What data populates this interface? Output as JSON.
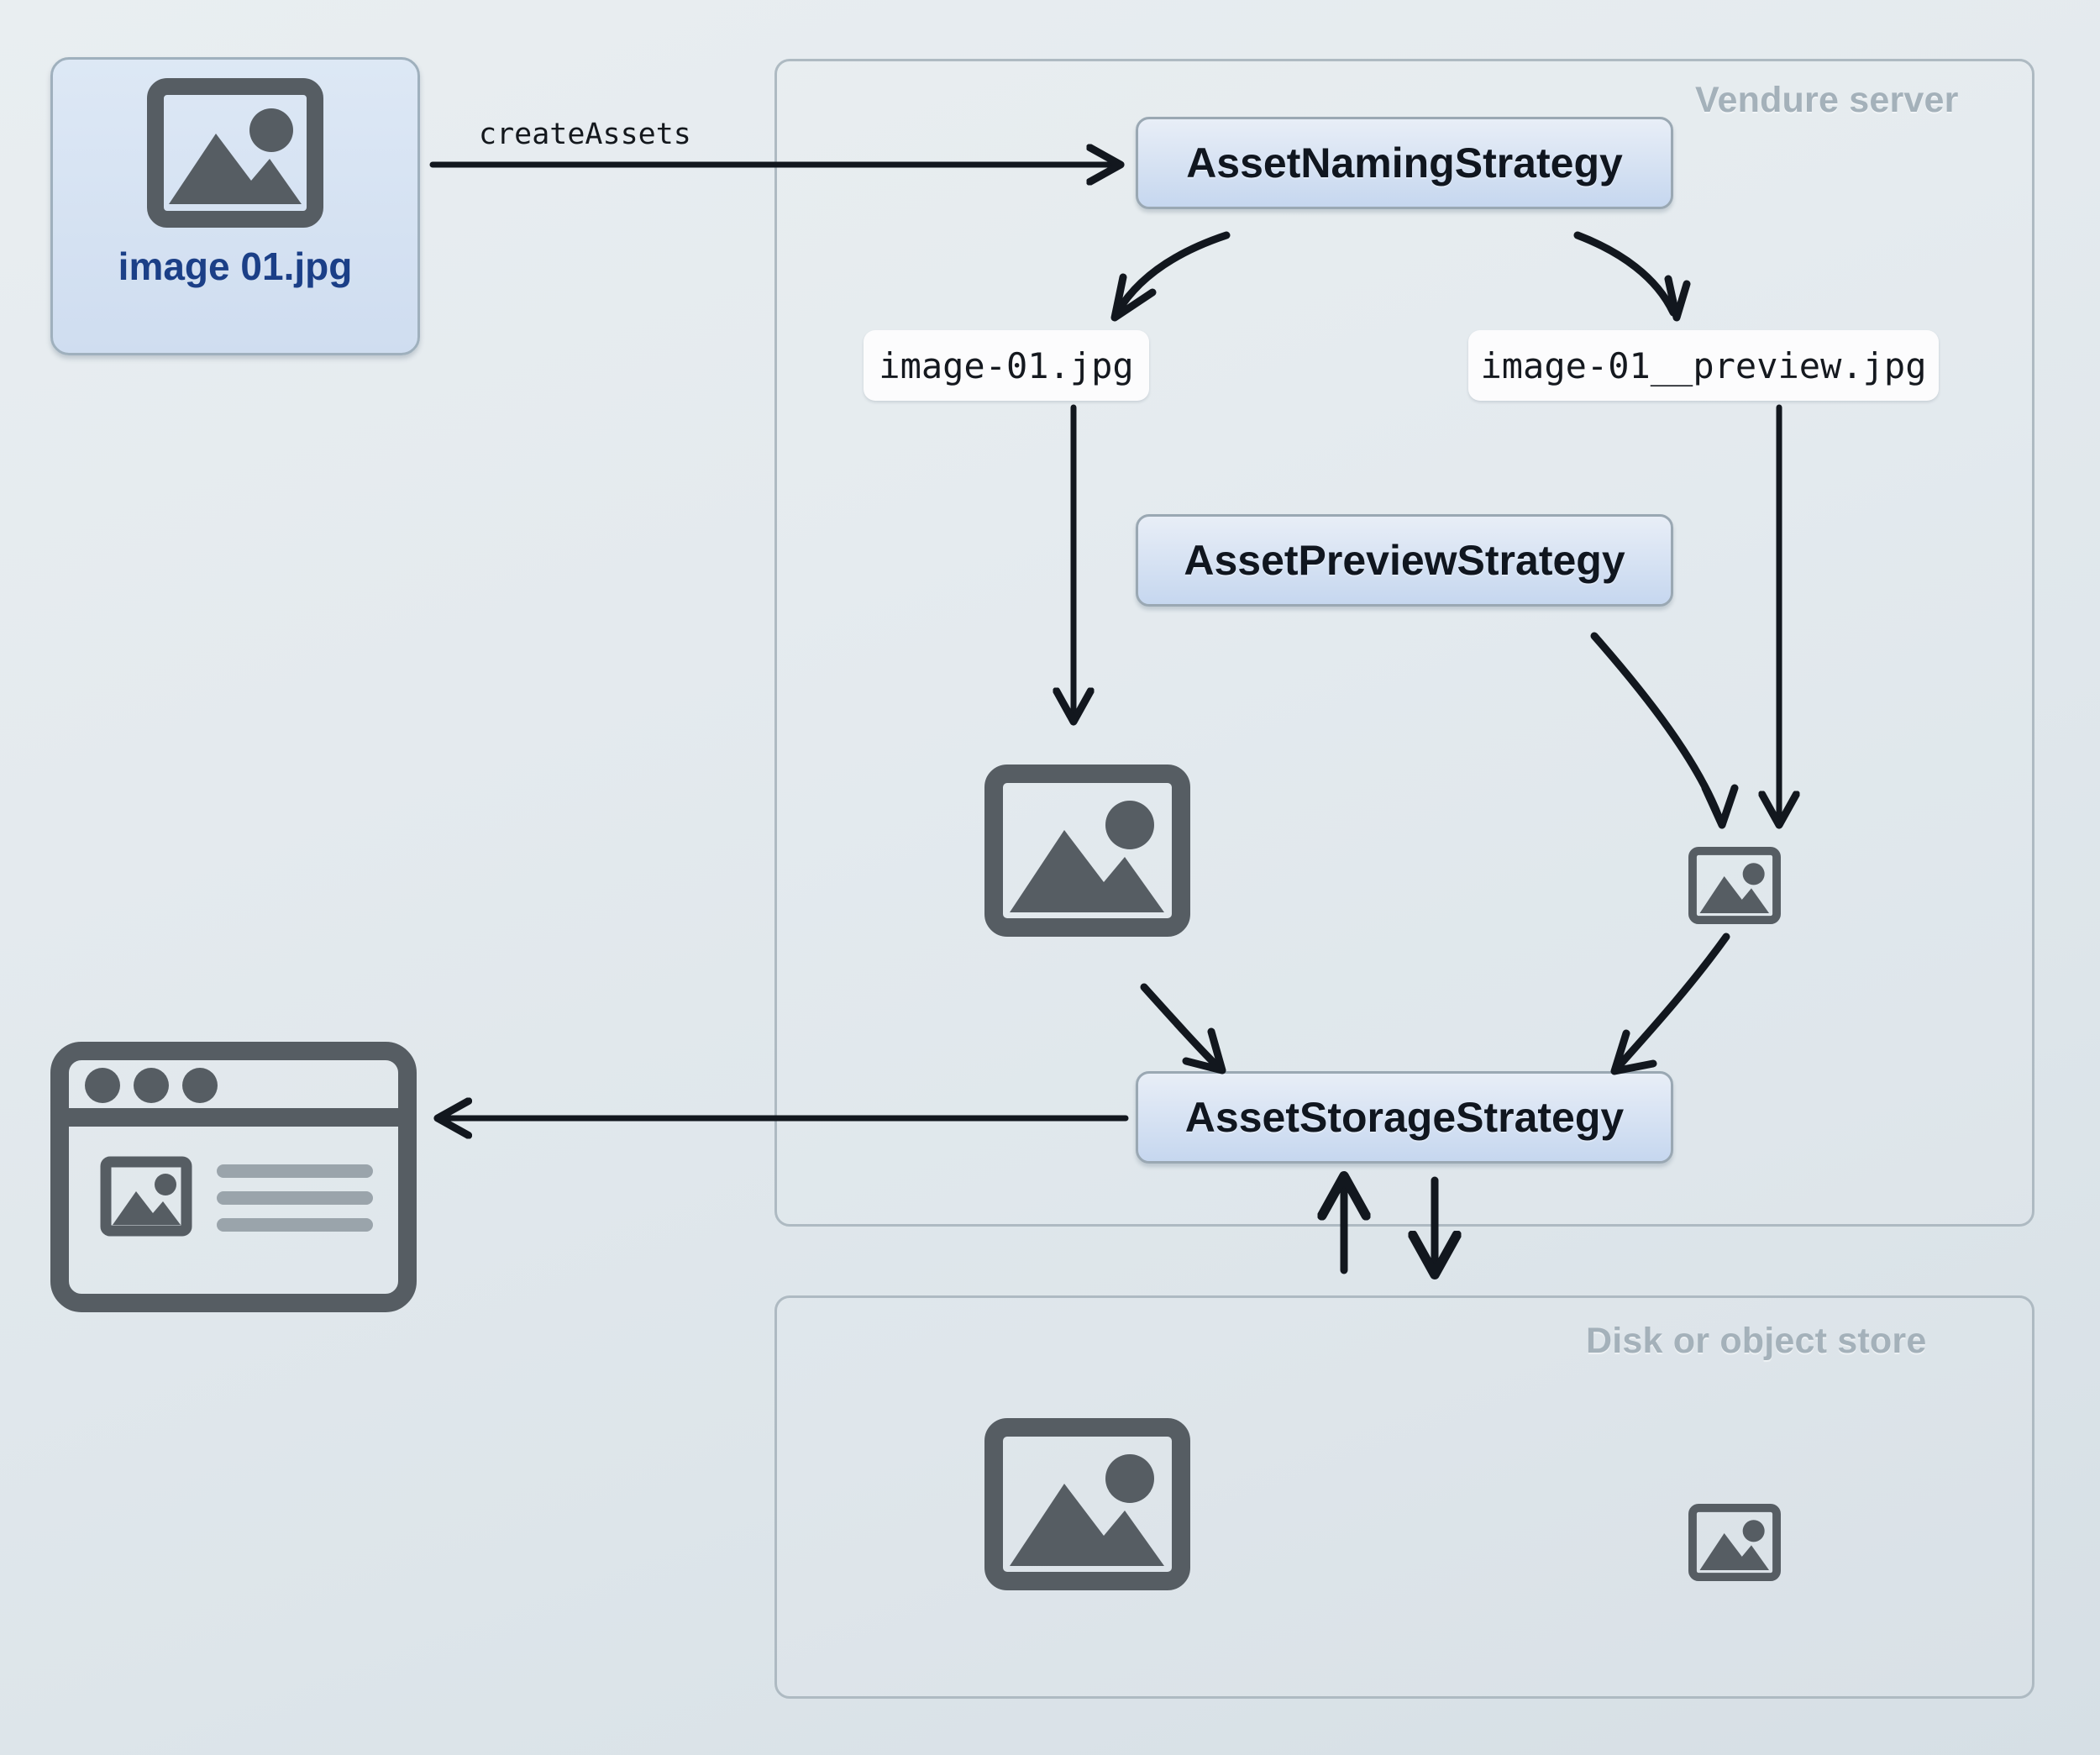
{
  "diagram": {
    "title_hidden": "Vendure asset pipeline",
    "background_color": "#e3eaee"
  },
  "groups": [
    {
      "id": "vendure-server",
      "label": "Vendure server"
    },
    {
      "id": "disk-store",
      "label": "Disk or object store"
    }
  ],
  "source_asset": {
    "icon": "image-icon",
    "filename": "image 01.jpg",
    "label_color": "#1b3f87"
  },
  "edges": [
    {
      "id": "create-assets",
      "label": "createAssets",
      "from": "source-asset",
      "to": "asset-naming-strategy",
      "style": "straight-arrow-right"
    },
    {
      "id": "naming-to-original-name",
      "label": "",
      "from": "asset-naming-strategy",
      "to": "filename-original",
      "style": "curved-arrow-down-left"
    },
    {
      "id": "naming-to-preview-name",
      "label": "",
      "from": "asset-naming-strategy",
      "to": "filename-preview",
      "style": "curved-arrow-down-right"
    },
    {
      "id": "original-name-to-image",
      "label": "",
      "from": "filename-original",
      "to": "image-full",
      "style": "straight-arrow-down"
    },
    {
      "id": "preview-name-to-thumb",
      "label": "",
      "from": "filename-preview",
      "to": "image-thumb",
      "style": "straight-arrow-down"
    },
    {
      "id": "preview-strategy-to-thumb",
      "label": "",
      "from": "asset-preview-strategy",
      "to": "image-thumb",
      "style": "curved-arrow-down-right"
    },
    {
      "id": "image-to-storage",
      "label": "",
      "from": "image-full",
      "to": "asset-storage-strategy",
      "style": "curved-arrow-down-right"
    },
    {
      "id": "thumb-to-storage",
      "label": "",
      "from": "image-thumb",
      "to": "asset-storage-strategy",
      "style": "curved-arrow-down-left"
    },
    {
      "id": "storage-to-browser",
      "label": "",
      "from": "asset-storage-strategy",
      "to": "browser-window",
      "style": "straight-arrow-left"
    },
    {
      "id": "storage-read",
      "label": "",
      "from": "disk-store",
      "to": "asset-storage-strategy",
      "style": "arrow-up"
    },
    {
      "id": "storage-write",
      "label": "",
      "from": "asset-storage-strategy",
      "to": "disk-store",
      "style": "arrow-down"
    }
  ],
  "strategies": [
    {
      "id": "asset-naming-strategy",
      "label": "AssetNamingStrategy"
    },
    {
      "id": "asset-preview-strategy",
      "label": "AssetPreviewStrategy"
    },
    {
      "id": "asset-storage-strategy",
      "label": "AssetStorageStrategy"
    }
  ],
  "filenames": [
    {
      "id": "filename-original",
      "value": "image-01.jpg"
    },
    {
      "id": "filename-preview",
      "value": "image-01__preview.jpg"
    }
  ],
  "icons": {
    "browser_window": "browser-window-icon",
    "image_full": "image-icon",
    "image_thumb": "image-thumbnail-icon",
    "stored_full": "image-icon",
    "stored_thumb": "image-thumbnail-icon"
  },
  "colors": {
    "icon_gray": "#565d63",
    "group_border": "#aebac2",
    "group_label": "#a4b1ba",
    "strategy_border": "#9aa8b3",
    "strategy_fill_top": "#e8eef7",
    "strategy_fill_bottom": "#c6d7ef",
    "arrow": "#12171e",
    "filename_text": "#15191f",
    "asset_label": "#1b3f87"
  }
}
